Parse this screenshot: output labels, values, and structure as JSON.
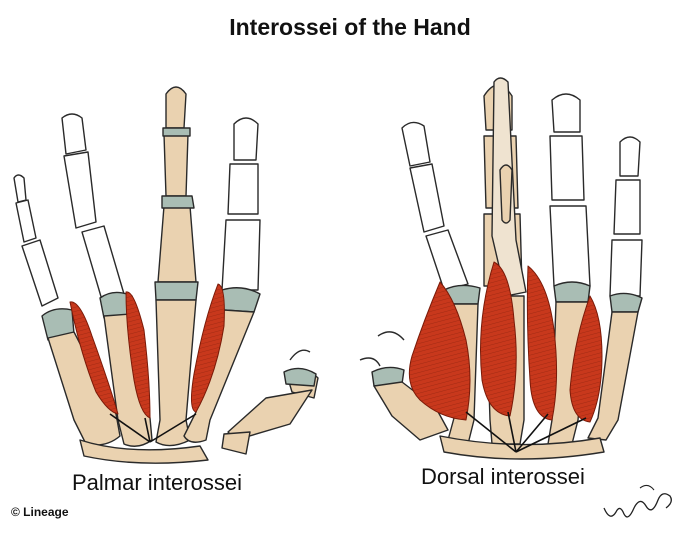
{
  "title": "Interossei of the Hand",
  "labels": {
    "palmar": "Palmar interossei",
    "dorsal": "Dorsal interossei"
  },
  "credit": "© Lineage",
  "colors": {
    "bone_shaded": "#ead2b0",
    "bone_white": "#ffffff",
    "cartilage": "#a9bdb4",
    "muscle": "#c8381c",
    "muscle_fiber": "#7a1a08",
    "outline": "#2a2a2a",
    "tendon": "#efe3d0"
  }
}
